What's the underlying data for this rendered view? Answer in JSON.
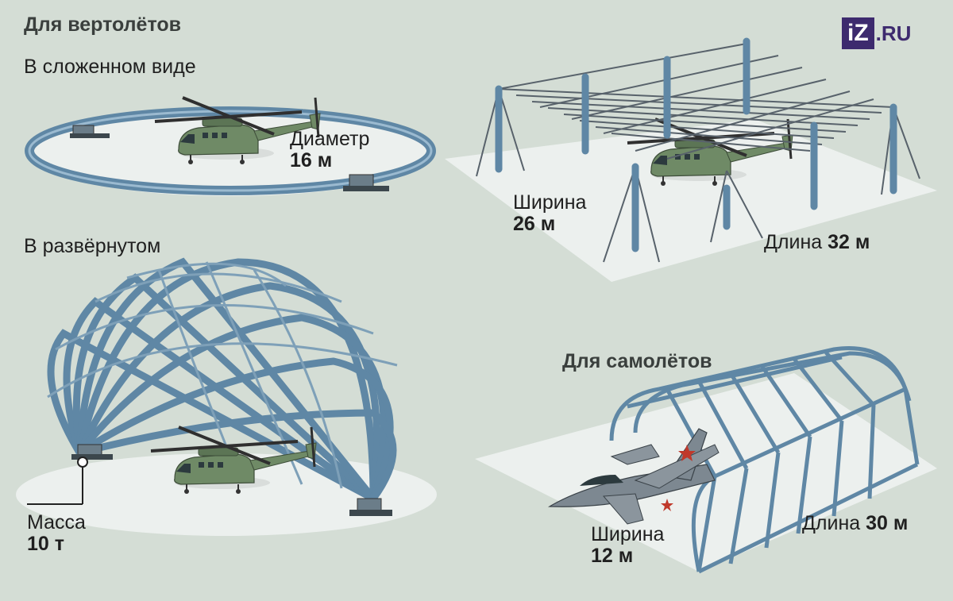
{
  "title_heli": "Для вертолётов",
  "title_plane": "Для самолётов",
  "folded_label": "В сложенном виде",
  "deployed_label": "В развёрнутом",
  "logo": {
    "box": "iZ",
    "text": ".RU"
  },
  "diameter": {
    "name": "Диаметр",
    "value": "16 м"
  },
  "mass": {
    "name": "Масса",
    "value": "10 т"
  },
  "net_width": {
    "name": "Ширина",
    "value": "26 м"
  },
  "net_length": {
    "name": "Длина",
    "value": "32 м"
  },
  "plane_width": {
    "name": "Ширина",
    "value": "12 м"
  },
  "plane_length": {
    "name": "Длина",
    "value": "30 м"
  },
  "colors": {
    "background": "#d4ddd5",
    "frame": "#5f87a5",
    "helicopter": "#6f8a66",
    "plane": "#7d8891"
  }
}
